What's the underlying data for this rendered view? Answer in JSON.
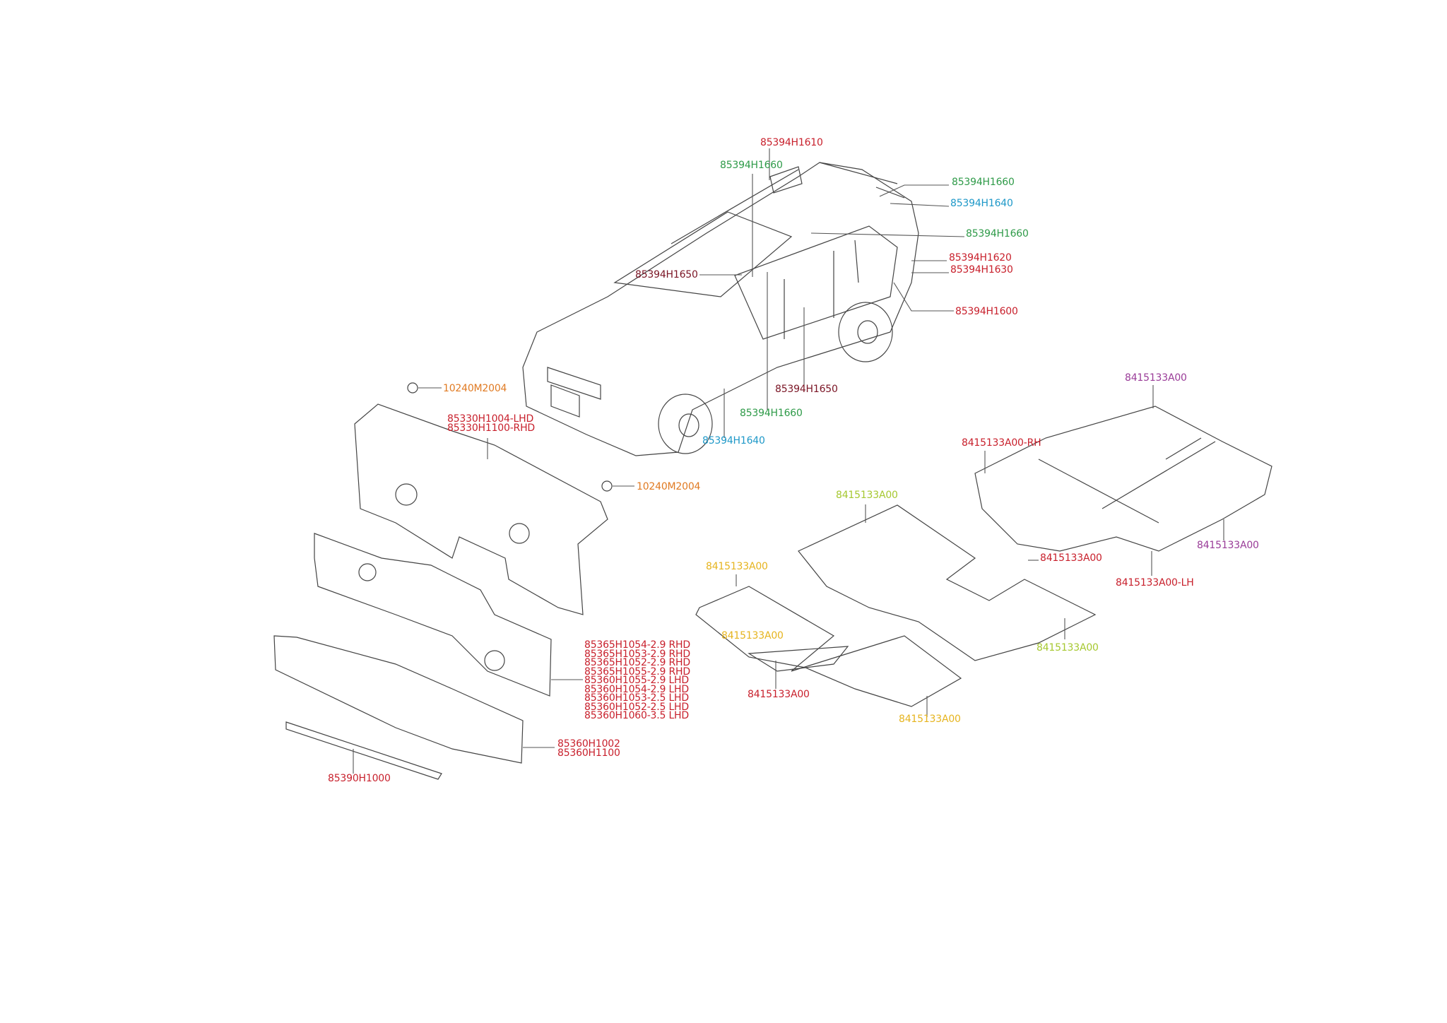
{
  "colors": {
    "red": "#c8202c",
    "dark_red": "#7a1424",
    "green": "#2e9a48",
    "blue": "#1e98c8",
    "orange": "#e07a22",
    "lime": "#a6c830",
    "yellow": "#e6b41e",
    "purple": "#9a3c98"
  },
  "vehicle_labels": {
    "roof_1610": "85394H1610",
    "a_pillar_1660": "85394H1660",
    "rear_roof_1660": "85394H1660",
    "rear_roof_1640": "85394H1640",
    "rear_side_1660": "85394H1660",
    "quarter_1620": "85394H1620",
    "quarter_1630": "85394H1630",
    "rear_arch_1600": "85394H1600",
    "windshield_1650": "85394H1650",
    "door_1650": "85394H1650",
    "b_pillar_1660": "85394H1660",
    "sill_1640": "85394H1640"
  },
  "dash_labels": {
    "nut_top": "10240M2004",
    "nut_right": "10240M2004",
    "dash_panel": [
      "85330H1004-LHD",
      "85330H1100-RHD"
    ],
    "insulator": [
      "85365H1054-2.9 RHD",
      "85365H1053-2.9 RHD",
      "85365H1052-2.9 RHD",
      "85365H1055-2.9 RHD",
      "85360H1055-2.9 LHD",
      "85360H1054-2.9 LHD",
      "85360H1053-2.5 LHD",
      "85360H1052-2.5 LHD",
      "85360H1060-3.5 LHD"
    ],
    "lower_pad": [
      "85360H1002",
      "85360H1100"
    ],
    "strip": "85390H1000"
  },
  "floor_labels": {
    "rear_top": "8415133A00",
    "rear_rh": "8415133A00-RH",
    "mid_upper": "8415133A00",
    "tunnel": "8415133A00",
    "rear_right": "8415133A00",
    "rear_lh": "8415133A00-LH",
    "front_left": "8415133A00",
    "front_left_lower": "8415133A00",
    "mid_lower": "8415133A00",
    "front_tunnel": "8415133A00",
    "front_bottom": "8415133A00"
  }
}
